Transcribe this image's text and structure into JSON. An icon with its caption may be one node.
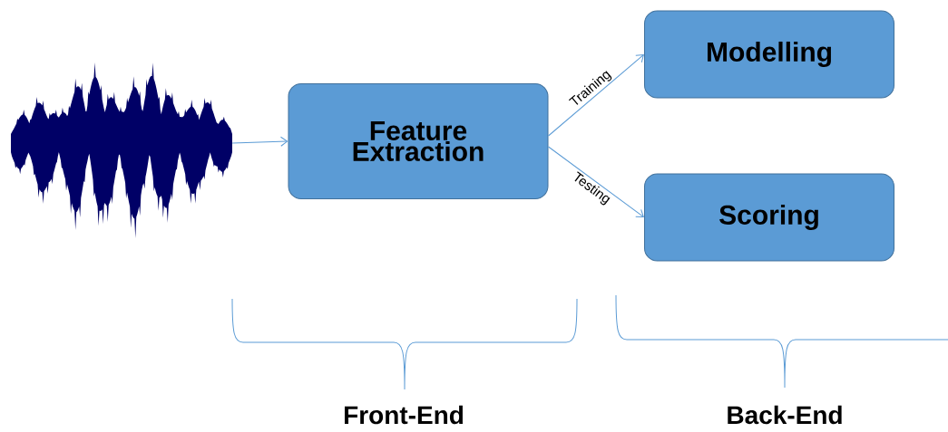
{
  "diagram": {
    "nodes": [
      {
        "text": [],
        "shape": "picture"
      },
      {
        "text": [
          "Feature Extraction"
        ]
      },
      {
        "text": [
          "Modelling"
        ]
      },
      {
        "text": [
          "Scoring"
        ]
      }
    ],
    "edges": [
      {
        "from": 0,
        "to": 1,
        "arrow": "to"
      },
      {
        "from": 1,
        "to": 2,
        "arrow": "to",
        "label": "Training"
      },
      {
        "from": 1,
        "to": 3,
        "arrow": "to",
        "label": "Testing"
      }
    ],
    "labels": [
      "Front-End",
      "Back-End"
    ]
  }
}
